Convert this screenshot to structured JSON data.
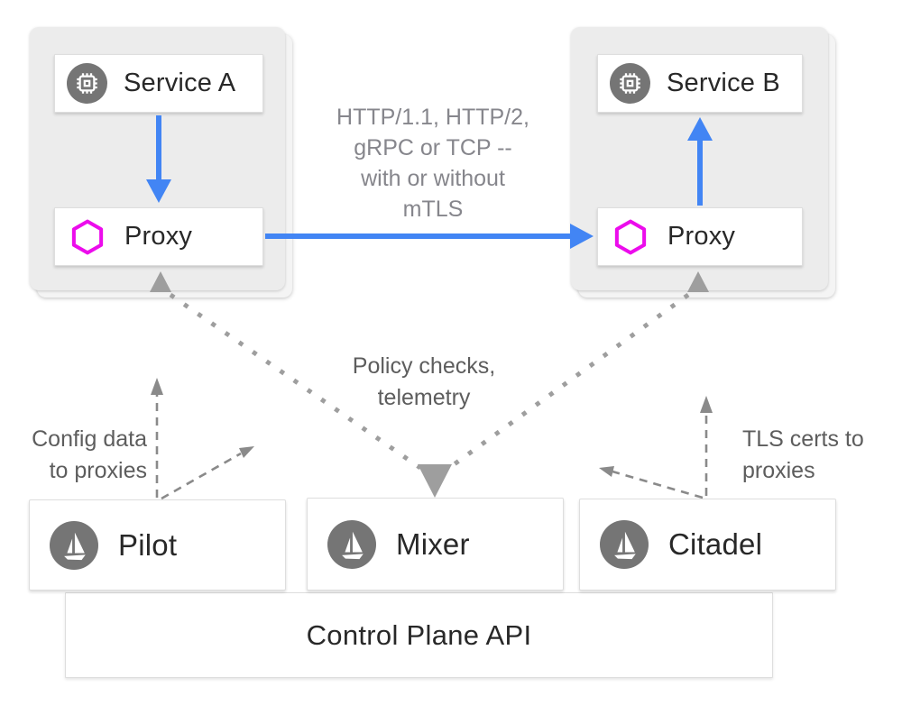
{
  "colors": {
    "arrow_blue": "#4285F4",
    "proxy_magenta": "#EC0CEC",
    "dotted_gray": "#9E9E9E",
    "dashed_gray": "#8A8A8A",
    "pod_bg": "#ECECEC",
    "pod_back_bg": "#F4F4F4",
    "icon_gray": "#757575",
    "text_dark": "#282828",
    "annotation_gray": "#5D5D5D",
    "traffic_gray": "#86868C",
    "box_border": "#DEDEDE"
  },
  "icons": {
    "service": "cpu-chip-icon",
    "proxy": "hexagon-icon",
    "component": "istio-sailboat-icon"
  },
  "pods": {
    "left": {
      "service": "Service A",
      "proxy": "Proxy"
    },
    "right": {
      "service": "Service B",
      "proxy": "Proxy"
    }
  },
  "annotations": {
    "traffic": {
      "lines": [
        "HTTP/1.1, HTTP/2,",
        "gRPC or TCP --",
        "with or without",
        "mTLS"
      ]
    },
    "policy": {
      "lines": [
        "Policy checks,",
        "telemetry"
      ]
    },
    "config": {
      "lines": [
        "Config data",
        "to proxies"
      ]
    },
    "tls": {
      "lines": [
        "TLS certs to",
        "proxies"
      ]
    }
  },
  "control_plane": {
    "components": [
      {
        "label": "Pilot"
      },
      {
        "label": "Mixer"
      },
      {
        "label": "Citadel"
      }
    ],
    "api_label": "Control Plane API"
  }
}
